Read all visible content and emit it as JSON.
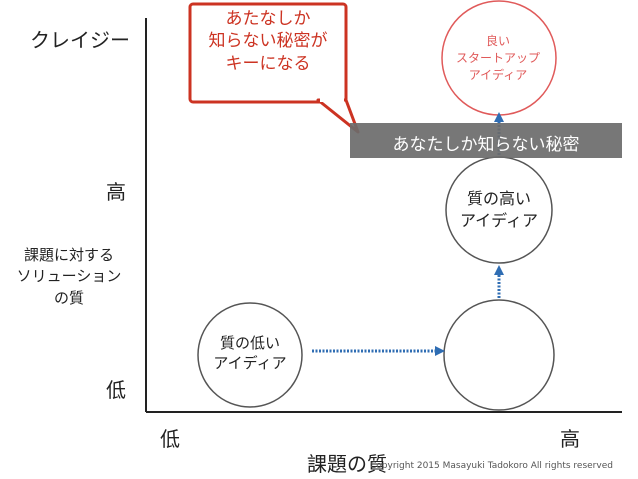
{
  "axes": {
    "y_label": "課題に対する\nソリューション\nの質",
    "y_high": "高",
    "y_low": "低",
    "y_crazy": "クレイジー",
    "x_label": "課題の質",
    "x_low": "低",
    "x_high": "高"
  },
  "nodes": {
    "idea_low": "質の低い\nアイディア",
    "idea_high": "質の高い\nアイディア",
    "idea_good": "良い\nスタートアップ\nアイディア"
  },
  "callout": {
    "text": "あたなしか\n知らない秘密が\nキーになる"
  },
  "banner": {
    "text": "あなたしか知らない秘密"
  },
  "footer": {
    "copyright": "Copyright 2015 Masayuki Tadokoro All rights reserved"
  },
  "colors": {
    "arrow": "#2f6db3",
    "callout": "#cc3322",
    "good_circle": "#e05a5a",
    "banner_bg": "#6b6b6b",
    "axis": "#222222",
    "circle": "#555555"
  }
}
